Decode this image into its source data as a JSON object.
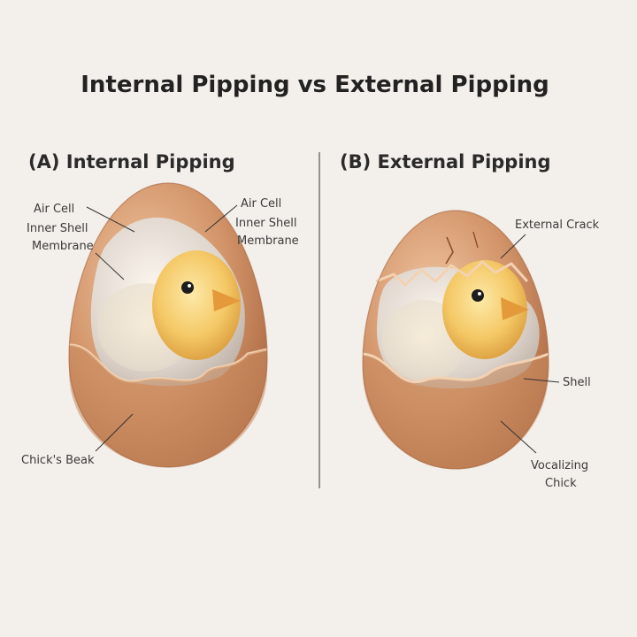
{
  "title": "Internal Pipping vs External Pipping",
  "panels": [
    {
      "heading": "(A) Internal Pipping",
      "labels": {
        "air_cell_left": "Air Cell",
        "inner_shell_left_1": "Inner Shell",
        "inner_shell_left_2": "Membrane",
        "air_cell_right": "Air Cell",
        "inner_shell_right_1": "Inner Shell",
        "inner_shell_right_2": "Membrane",
        "chicks_beak": "Chick's Beak"
      }
    },
    {
      "heading": "(B) External Pipping",
      "labels": {
        "external_crack": "External Crack",
        "shell": "Shell",
        "vocalizing_1": "Vocalizing",
        "vocalizing_2": "Chick"
      }
    }
  ],
  "colors": {
    "background": "#f3efea",
    "shell": "#c98a5f",
    "shell_light": "#e3b08a",
    "shell_dark": "#9a5d3a",
    "membrane": "#d9d3cc",
    "chick": "#f3c86a",
    "divider": "#555555"
  }
}
